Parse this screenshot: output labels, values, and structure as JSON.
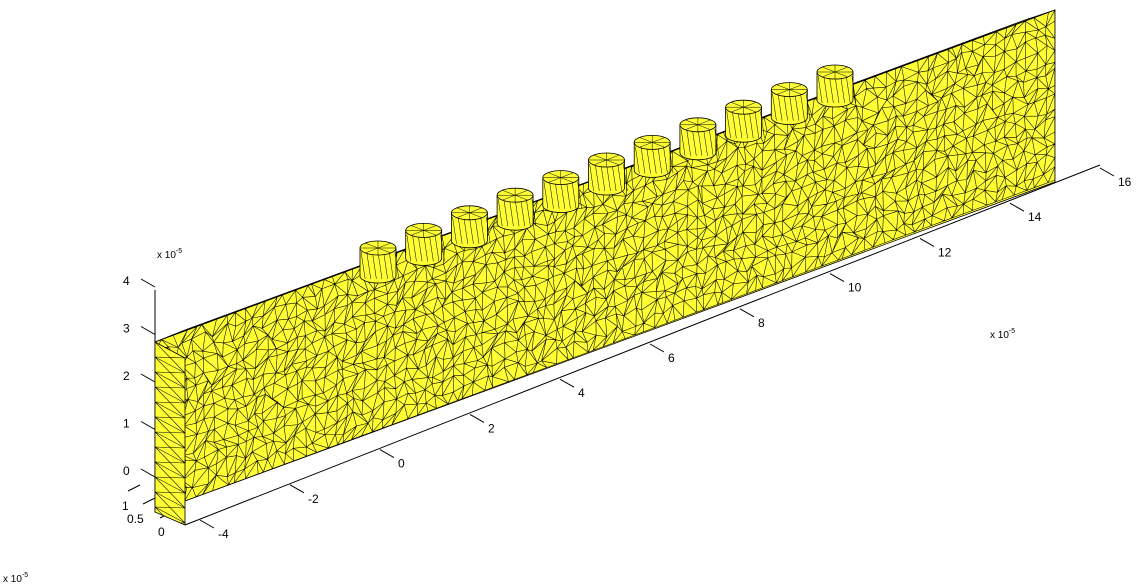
{
  "figure": {
    "mesh_color": "#ffff33",
    "edge_color": "#000000",
    "background": "#ffffff",
    "axes": {
      "x": {
        "ticks": [
          "-4",
          "-2",
          "0",
          "2",
          "4",
          "6",
          "8",
          "10",
          "12",
          "14",
          "16"
        ],
        "exponent_base": "x 10",
        "exponent_power": "-5"
      },
      "y": {
        "ticks": [
          "0",
          "0.5",
          "1"
        ],
        "exponent_base": "x 10",
        "exponent_power": "-5"
      },
      "z": {
        "ticks": [
          "0",
          "1",
          "2",
          "3",
          "4"
        ],
        "exponent_base": "x 10",
        "exponent_power": "-5"
      }
    },
    "pillar_count": 11
  }
}
